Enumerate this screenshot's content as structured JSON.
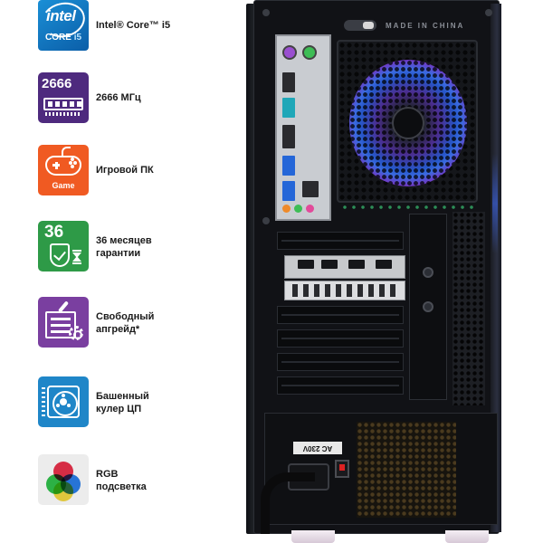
{
  "features": [
    {
      "id": "cpu",
      "label_lines": [
        "Intel® Core™ i5"
      ],
      "badge": {
        "logo": "intel",
        "sub": "CORE",
        "sub_accent": "i5",
        "colors": [
          "#1a8fd6",
          "#0b5ea8"
        ]
      }
    },
    {
      "id": "ram",
      "label_lines": [
        "2666 МГц"
      ],
      "badge": {
        "number": "2666",
        "icon": "ram-stick-icon",
        "color": "#4e2a7e"
      }
    },
    {
      "id": "gaming",
      "label_lines": [
        "Игровой ПК"
      ],
      "badge": {
        "icon": "gamepad-icon",
        "caption": "Game",
        "color": "#f05a22"
      }
    },
    {
      "id": "warranty",
      "label_lines": [
        "36 месяцев",
        "гарантии"
      ],
      "badge": {
        "number": "36",
        "icon": "shield-check-icon",
        "color": "#2e9a47"
      }
    },
    {
      "id": "upgrade",
      "label_lines": [
        "Свободный",
        "апгрейд*"
      ],
      "badge": {
        "icon": "motherboard-gear-icon",
        "color": "#7a3fa0"
      }
    },
    {
      "id": "cooler",
      "label_lines": [
        "Башенный",
        "кулер ЦП"
      ],
      "badge": {
        "icon": "tower-cooler-icon",
        "color": "#1f86c8"
      }
    },
    {
      "id": "rgb",
      "label_lines": [
        "RGB",
        "подсветка"
      ],
      "badge": {
        "icon": "rgb-circles-icon",
        "colors": [
          "#e8304a",
          "#2fbf4a",
          "#2a7de8",
          "#f0d020"
        ],
        "color": "#ececec"
      }
    }
  ],
  "product": {
    "case_marking": "MADE IN CHINA",
    "psu_voltage_label": "AC 230V"
  }
}
